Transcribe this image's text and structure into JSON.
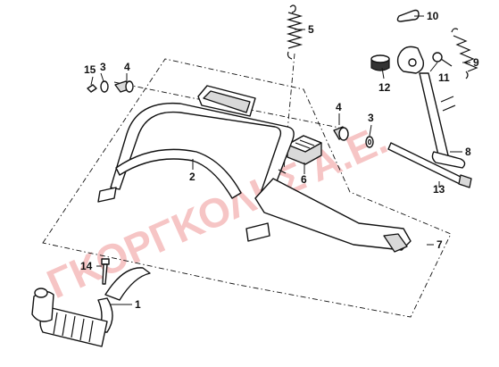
{
  "watermark": "ΓΚΟΡΓΚΟΛΗΣ Α.Ε.",
  "labels": [
    "1",
    "2",
    "3",
    "3",
    "4",
    "4",
    "5",
    "6",
    "7",
    "8",
    "9",
    "10",
    "11",
    "12",
    "13",
    "14",
    "15"
  ]
}
